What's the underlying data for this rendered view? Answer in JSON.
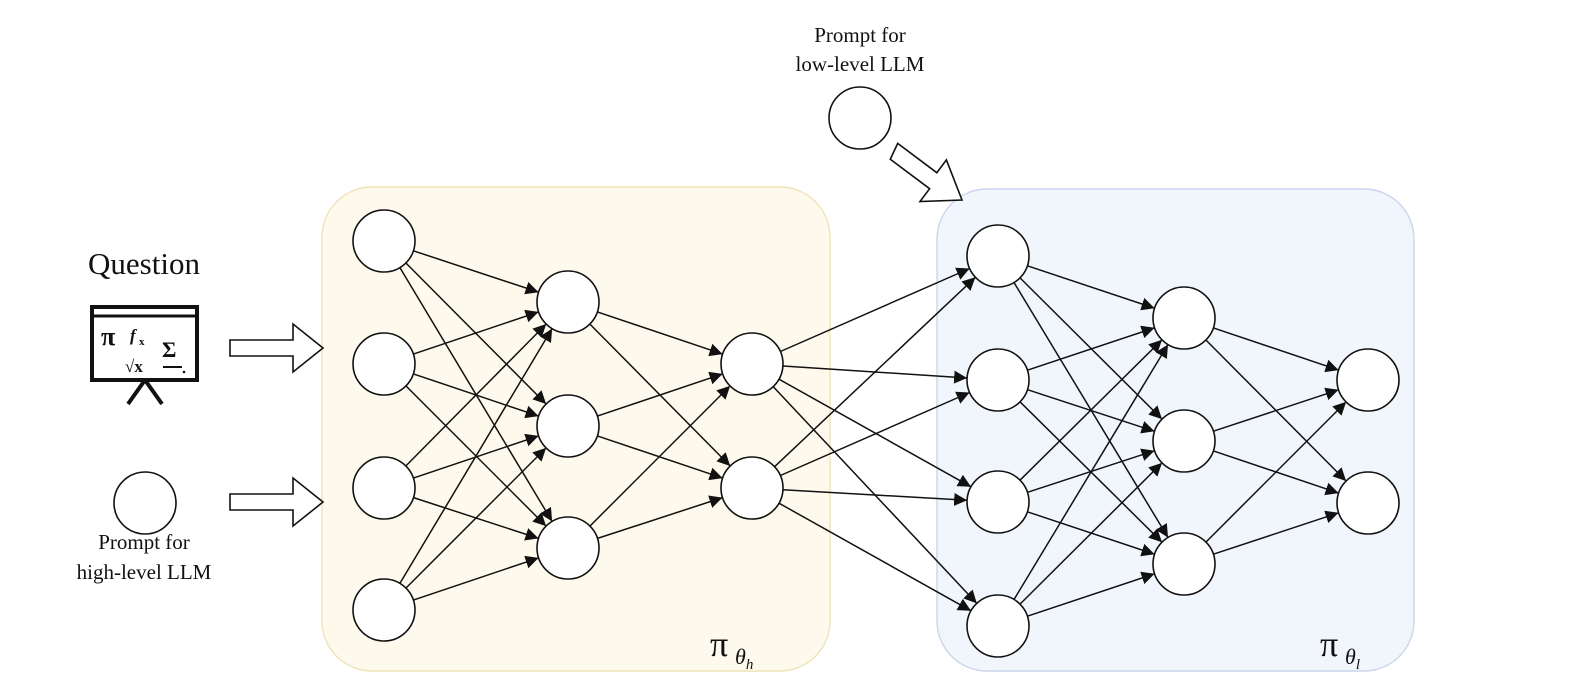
{
  "question_label": "Question",
  "high_prompt": {
    "line1": "Prompt for",
    "line2": "high-level LLM"
  },
  "low_prompt": {
    "line1": "Prompt for",
    "line2": "low-level LLM"
  },
  "high_policy": {
    "symbol": "π",
    "subscript": "θh"
  },
  "low_policy": {
    "symbol": "π",
    "subscript": "θl"
  },
  "colors": {
    "high_panel_fill": "#fdf9ec",
    "high_panel_stroke": "#f0e3b8",
    "low_panel_fill": "#f1f5fc",
    "low_panel_stroke": "#c9d6ee",
    "ink": "#111111"
  },
  "networks": {
    "high_level": {
      "layers": [
        4,
        3,
        2
      ]
    },
    "low_level": {
      "layers": [
        4,
        3,
        2
      ]
    }
  },
  "icons": {
    "question": "blackboard-math-icon"
  }
}
